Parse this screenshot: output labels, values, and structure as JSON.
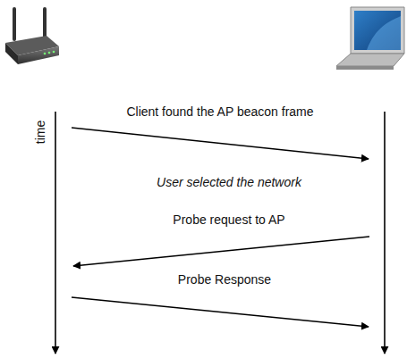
{
  "diagram": {
    "labels": [
      "time",
      "Client found the AP beacon frame",
      "User selected the network",
      "Probe request to AP",
      "Probe Response"
    ]
  }
}
